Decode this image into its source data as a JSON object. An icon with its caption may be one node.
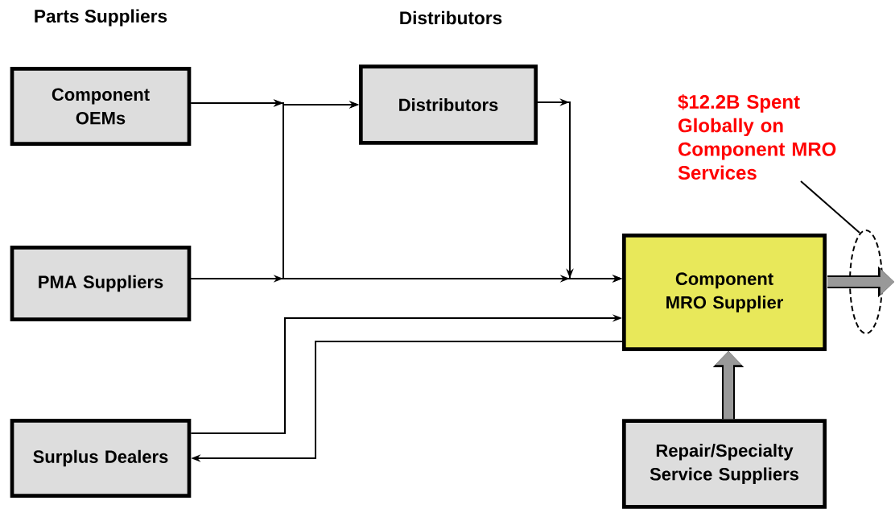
{
  "diagram": {
    "nodes": [
      {
        "text": [
          "Component OEMs"
        ]
      },
      {
        "text": [
          "Distributors"
        ]
      },
      {
        "text": [
          "PMA Suppliers"
        ]
      },
      {
        "text": [
          "Component MRO Supplier"
        ]
      },
      {
        "text": [
          "Surplus Dealers"
        ]
      },
      {
        "text": [
          "Repair/Specialty Service Suppliers"
        ]
      },
      {
        "text": [
          "$12.2B Spent Globally on Component MRO Services"
        ]
      },
      {
        "text": [],
        "shape": "ellipse"
      }
    ],
    "edges": [
      {
        "from": 0,
        "to": 1,
        "arrow": "to"
      },
      {
        "from": 0,
        "to": 3,
        "arrow": "to"
      },
      {
        "from": 2,
        "to": 1,
        "arrow": "to"
      },
      {
        "from": 2,
        "to": 3,
        "arrow": "to"
      },
      {
        "from": 1,
        "to": 3,
        "arrow": "to"
      },
      {
        "from": 4,
        "to": 3,
        "arrow": "to"
      },
      {
        "from": 3,
        "to": 4,
        "arrow": "to"
      },
      {
        "from": 5,
        "to": 3,
        "arrow": "to",
        "style": "thick",
        "color": "#999999"
      },
      {
        "from": 3,
        "to": 7,
        "arrow": "to",
        "style": "thick",
        "color": "#999999"
      },
      {
        "from": 6,
        "to": 7,
        "arrow": "none"
      }
    ],
    "labels": [
      "Parts Suppliers",
      "Distributors"
    ]
  }
}
